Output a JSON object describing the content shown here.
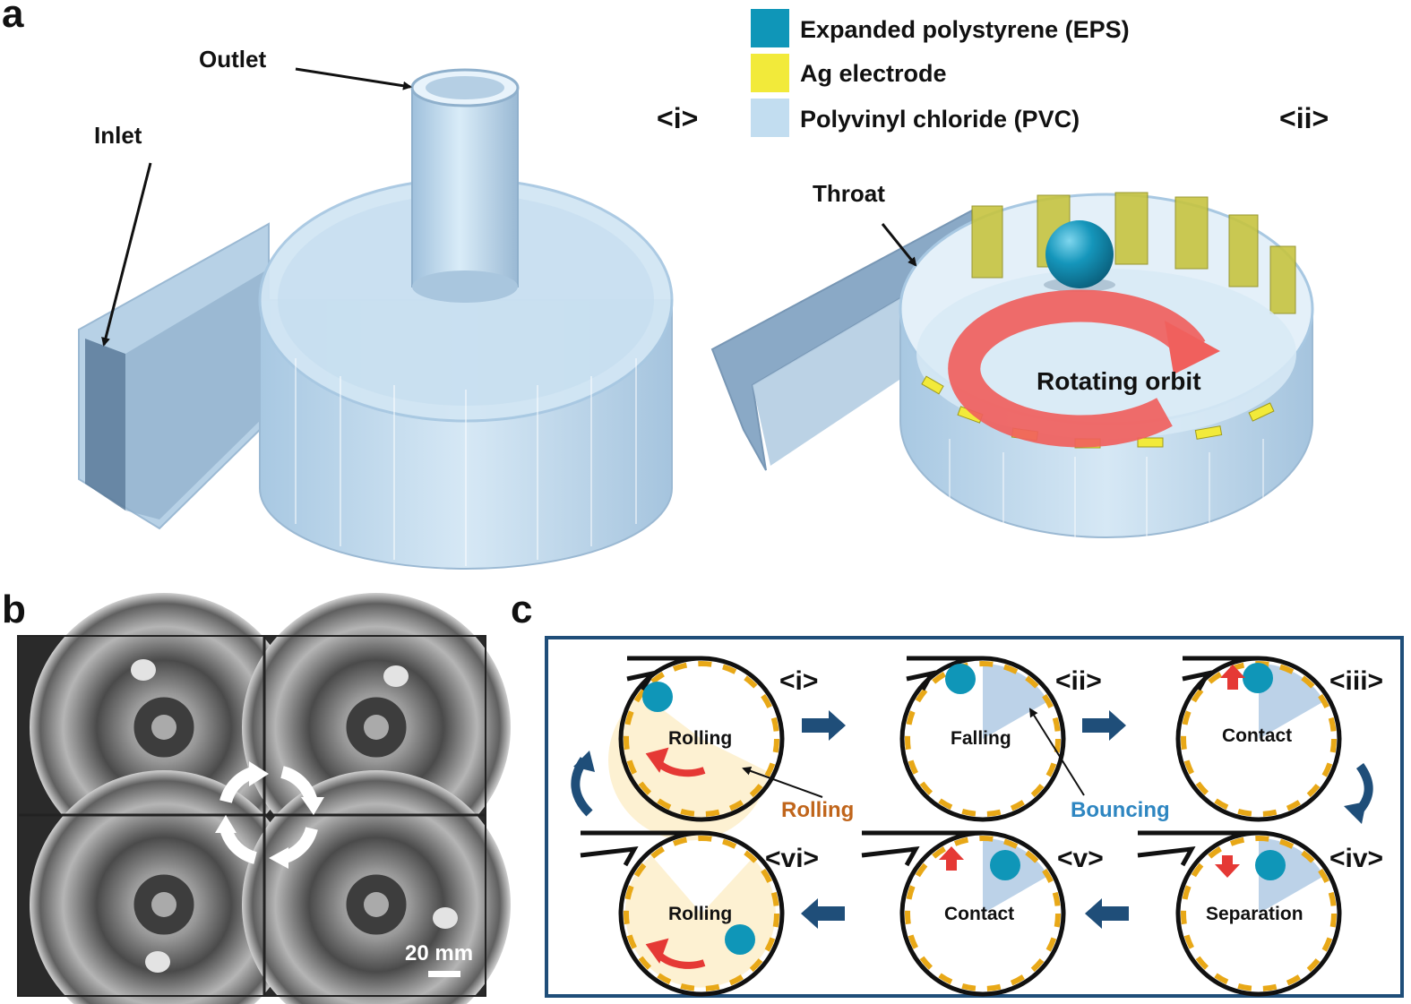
{
  "panel_labels": {
    "a": "a",
    "b": "b",
    "c": "c"
  },
  "legend": [
    {
      "label": "Expanded polystyrene (EPS)",
      "color": "#0f96b8"
    },
    {
      "label": "Ag electrode",
      "color": "#f2ea3a"
    },
    {
      "label": "Polyvinyl chloride (PVC)",
      "color": "#c2ddf0"
    }
  ],
  "panel_a": {
    "view_i_label": "<i>",
    "view_ii_label": "<ii>",
    "outlet": "Outlet",
    "inlet": "Inlet",
    "throat": "Throat",
    "rotating_orbit": "Rotating orbit"
  },
  "panel_b": {
    "scale_bar": "20 mm"
  },
  "panel_c": {
    "steps": [
      {
        "tag": "<i>",
        "state": "Rolling"
      },
      {
        "tag": "<ii>",
        "state": "Falling"
      },
      {
        "tag": "<iii>",
        "state": "Contact"
      },
      {
        "tag": "<iv>",
        "state": "Separation"
      },
      {
        "tag": "<v>",
        "state": "Contact"
      },
      {
        "tag": "<vi>",
        "state": "Rolling"
      }
    ],
    "rolling_label": "Rolling",
    "bouncing_label": "Bouncing"
  },
  "colors": {
    "eps": "#0f96b8",
    "electrode": "#e8a817",
    "rolling_zone": "#fdf1d2",
    "bouncing_zone": "#bcd2e8",
    "arrow_blue": "#1f4e79",
    "arrow_red": "#e53935",
    "rolling_text": "#c0651b",
    "bouncing_text": "#2e86c1"
  }
}
